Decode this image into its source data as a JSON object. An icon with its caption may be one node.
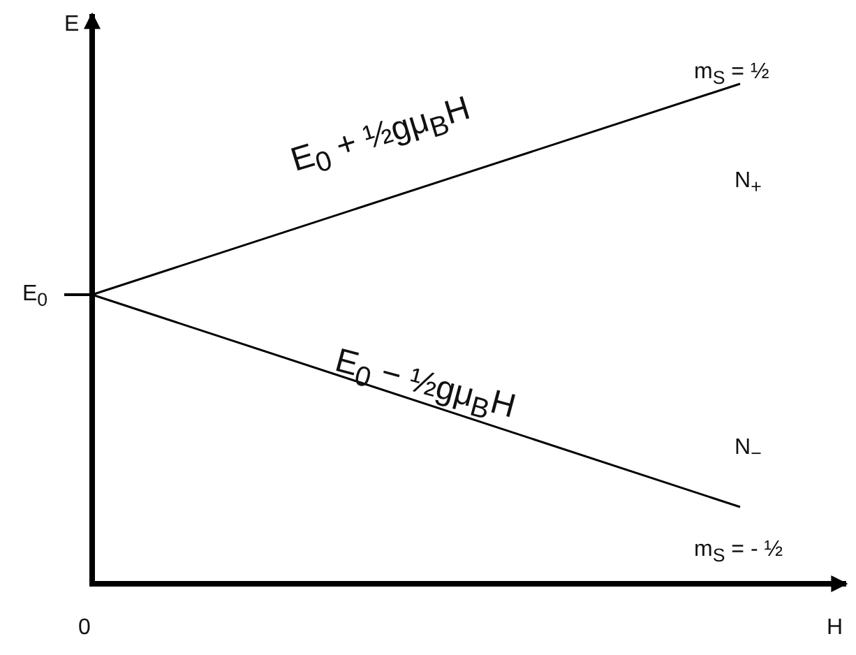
{
  "diagram": {
    "labels": [
      "E",
      "m$_{S}$ = ½",
      "E$_{0}$ + ½gμ$_{B}$H",
      "N$_{+}$",
      "E$_{0}$",
      "E$_{0}$ − ½gμ$_{B}$H",
      "N$_{−}$",
      "m$_{S}$ = - ½",
      "0",
      "H"
    ]
  }
}
